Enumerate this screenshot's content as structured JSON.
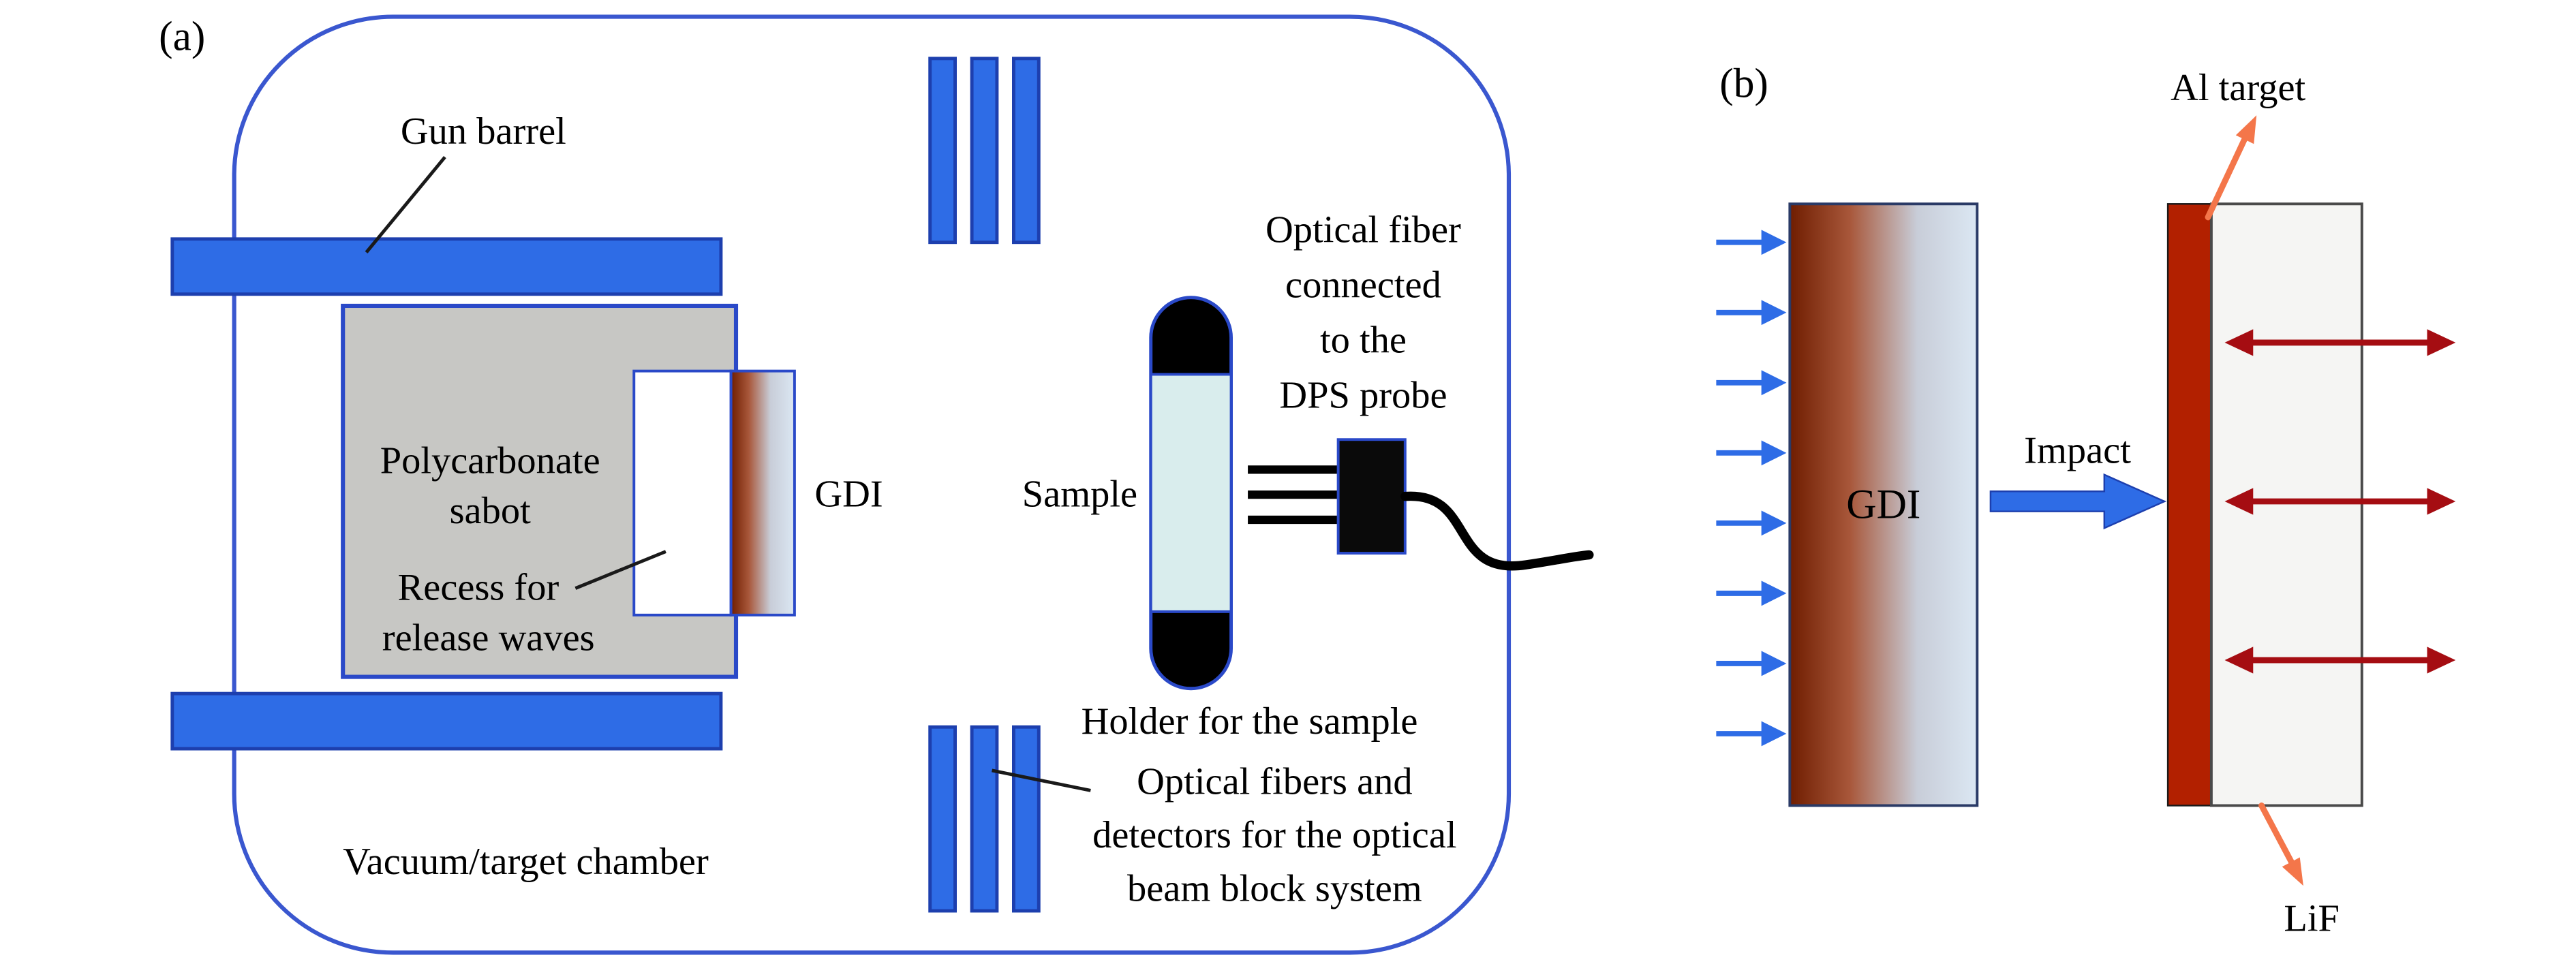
{
  "figure": {
    "panels": {
      "a": {
        "label": "(a)",
        "labels": {
          "gun_barrel": "Gun barrel",
          "polycarbonate_sabot": [
            "Polycarbonate",
            "sabot"
          ],
          "recess": [
            "Recess for",
            "release waves"
          ],
          "gdi": "GDI",
          "vacuum_chamber": "Vacuum/target chamber",
          "sample": "Sample",
          "optical_fiber": [
            "Optical fiber",
            "connected",
            "to the",
            "DPS probe"
          ],
          "holder": "Holder for the sample",
          "beam_block": [
            "Optical fibers and",
            "detectors for the optical",
            "beam block system"
          ]
        }
      },
      "b": {
        "label": "(b)",
        "labels": {
          "gdi": "GDI",
          "impact": "Impact",
          "al_target": "Al target",
          "lif": "LiF"
        }
      }
    },
    "colors": {
      "blue": "#2e6ce6",
      "bar_border": "#1d3fae",
      "chamber_border": "#3a57cf",
      "part_border": "#2a49c8",
      "sabot_gray": "#c7c7c4",
      "sample_body": "#d9eded",
      "al_red": "#b22000",
      "lif_fill": "#f5f5f3",
      "dbl_red": "#a50d12",
      "orange": "#f4764a",
      "gdi_dark": "#6f1d00",
      "gdi_mid_warm": "#a8573a",
      "gdi_mid_cool": "#c8cdd8",
      "gdi_light": "#dbe7f3"
    }
  }
}
